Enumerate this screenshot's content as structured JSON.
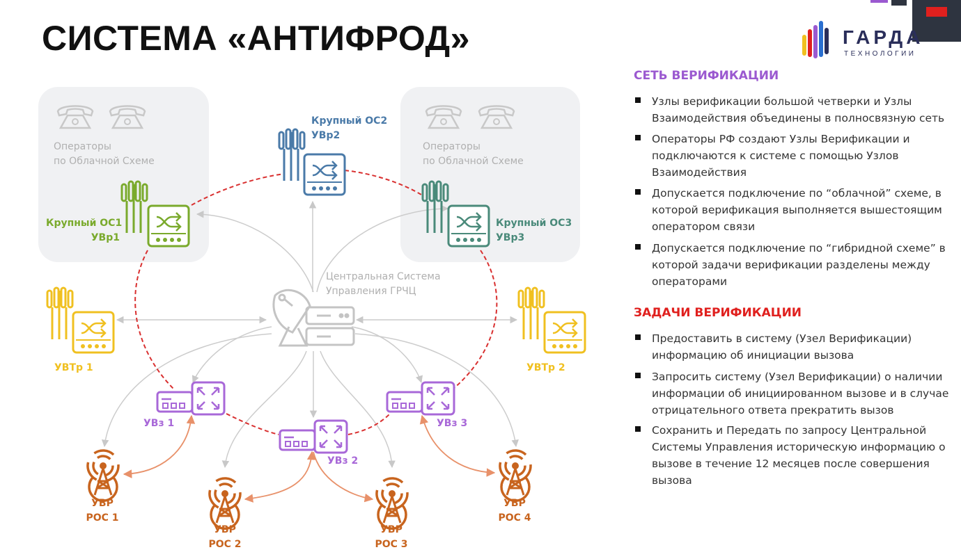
{
  "title": "СИСТЕМА «АНТИФРОД»",
  "logo": {
    "name": "ГАРДА",
    "sub": "ТЕХНОЛОГИИ"
  },
  "colors": {
    "green": "#7aaa2c",
    "blue": "#4a7aa8",
    "teal": "#4a8a7a",
    "yellow": "#f0c020",
    "purple": "#a868d8",
    "orange": "#c8641e",
    "red_dash": "#d93030",
    "grey": "#bbbbbb",
    "accent_purple": "#9b59d0",
    "accent_red": "#e0201e"
  },
  "diagram": {
    "cloud_left": "Операторы\nпо Облачной Схеме",
    "cloud_right": "Операторы\nпо Облачной Схеме",
    "os1": [
      "Крупный ОС1",
      "УВр1"
    ],
    "os2": [
      "Крупный ОС2",
      "УВр2"
    ],
    "os3": [
      "Крупный ОС3",
      "УВр3"
    ],
    "center": [
      "Центральная Система",
      "Управления ГРЧЦ"
    ],
    "uvtr1": "УВТр 1",
    "uvtr2": "УВТр 2",
    "uvz1": "УВз 1",
    "uvz2": "УВз 2",
    "uvz3": "УВз 3",
    "ros1": [
      "УВР",
      "РОС 1"
    ],
    "ros2": [
      "УВР",
      "РОС 2"
    ],
    "ros3": [
      "УВР",
      "РОС 3"
    ],
    "ros4": [
      "УВР",
      "РОС 4"
    ]
  },
  "panel": {
    "net_title": "СЕТЬ ВЕРИФИКАЦИИ",
    "net_items": [
      "Узлы верификации большой четверки и Узлы Взаимодействия объединены в полносвязную сеть",
      "Операторы РФ создают Узлы Верификации и подключаются к системе с помощью Узлов Взаимодействия",
      "Допускается подключение по “облачной” схеме, в которой верификация выполняется вышестоящим оператором связи",
      "Допускается подключение по “гибридной схеме” в которой задачи верификации разделены между операторами"
    ],
    "tasks_title": "ЗАДАЧИ ВЕРИФИКАЦИИ",
    "tasks_items": [
      "Предоставить в систему (Узел Верификации) информацию об инициации вызова",
      "Запросить систему (Узел Верификации) о наличии информации об инициированном вызове и в случае отрицательного ответа прекратить вызов",
      "Сохранить и Передать по запросу Центральной Системы Управления историческую информацию о вызове в течение 12 месяцев после совершения вызова"
    ]
  }
}
